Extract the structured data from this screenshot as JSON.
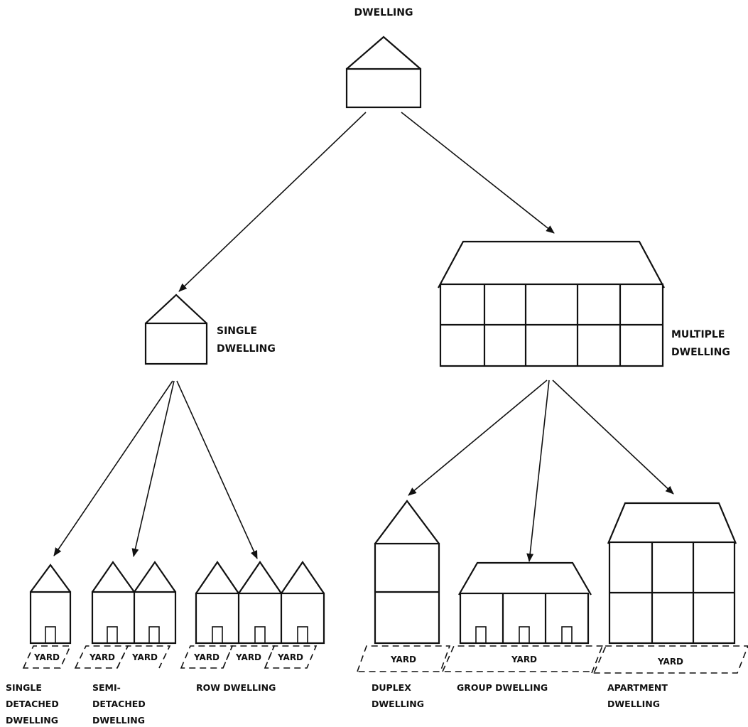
{
  "diagram": {
    "root": {
      "label": "DWELLING"
    },
    "single": {
      "line1": "SINGLE",
      "line2": "DWELLING"
    },
    "multiple": {
      "line1": "MULTIPLE",
      "line2": "DWELLING"
    },
    "yard_label": "YARD",
    "leaves": {
      "single_detached": {
        "line1": "SINGLE",
        "line2": "DETACHED",
        "line3": "DWELLING"
      },
      "semi_detached": {
        "line1": "SEMI-",
        "line2": "DETACHED",
        "line3": "DWELLING"
      },
      "row": {
        "line1": "ROW DWELLING"
      },
      "duplex": {
        "line1": "DUPLEX",
        "line2": "DWELLING"
      },
      "group": {
        "line1": "GROUP DWELLING"
      },
      "apartment": {
        "line1": "APARTMENT",
        "line2": "DWELLING"
      }
    }
  }
}
